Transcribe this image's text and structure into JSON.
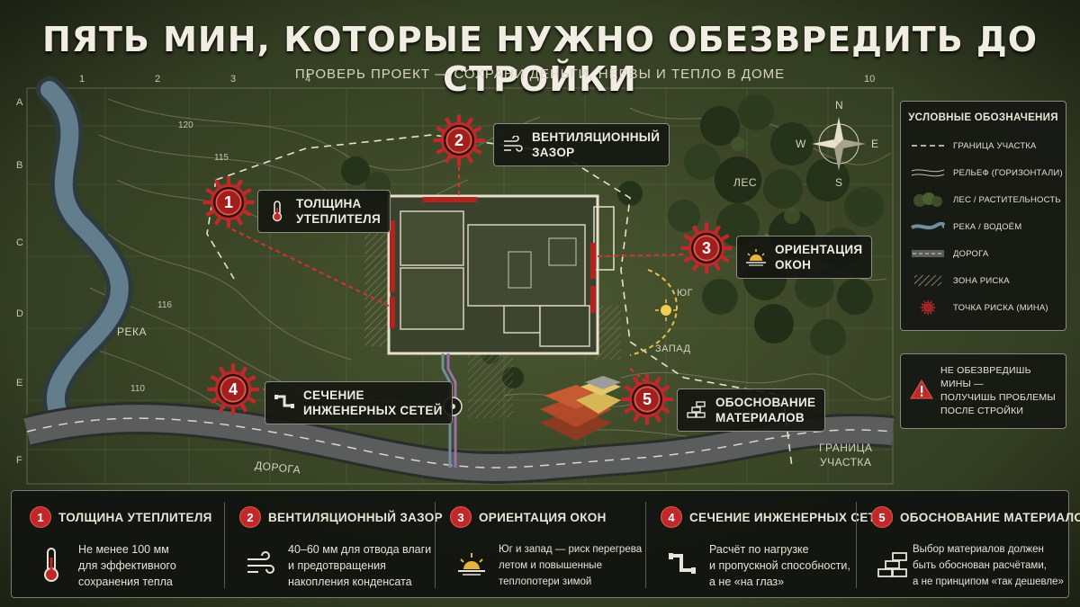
{
  "header": {
    "title": "ПЯТЬ МИН, КОТОРЫЕ НУЖНО ОБЕЗВРЕДИТЬ ДО СТРОЙКИ",
    "subtitle": "ПРОВЕРЬ ПРОЕКТ — СОХРАНИ ДЕНЬГИ, НЕРВЫ И ТЕПЛО В ДОМЕ"
  },
  "grid": {
    "columns": [
      "1",
      "2",
      "3",
      "4",
      "10"
    ],
    "rows": [
      "A",
      "B",
      "C",
      "D",
      "E",
      "F"
    ]
  },
  "map": {
    "river": "РЕКА",
    "forest": "ЛЕС",
    "road": "ДОРОГА",
    "boundary": "ГРАНИЦА\nУЧАСТКА",
    "south": "ЮГ",
    "west": "ЗАПАД",
    "contours": [
      "120",
      "115",
      "116",
      "110"
    ],
    "compass": {
      "n": "N",
      "s": "S",
      "e": "E",
      "w": "W"
    }
  },
  "callouts": [
    {
      "num": "1",
      "text": "ТОЛЩИНА\nУТЕПЛИТЕЛЯ",
      "icon": "thermometer-icon"
    },
    {
      "num": "2",
      "text": "ВЕНТИЛЯЦИОННЫЙ\nЗАЗОР",
      "icon": "wind-icon"
    },
    {
      "num": "3",
      "text": "ОРИЕНТАЦИЯ\nОКОН",
      "icon": "sunrise-icon"
    },
    {
      "num": "4",
      "text": "СЕЧЕНИЕ\nИНЖЕНЕРНЫХ СЕТЕЙ",
      "icon": "pipe-icon"
    },
    {
      "num": "5",
      "text": "ОБОСНОВАНИЕ\nМАТЕРИАЛОВ",
      "icon": "bricks-icon"
    }
  ],
  "legend": {
    "title": "УСЛОВНЫЕ ОБОЗНАЧЕНИЯ",
    "items": [
      "ГРАНИЦА УЧАСТКА",
      "РЕЛЬЕФ (ГОРИЗОНТАЛИ)",
      "ЛЕС / РАСТИТЕЛЬНОСТЬ",
      "РЕКА / ВОДОЁМ",
      "ДОРОГА",
      "ЗОНА РИСКА",
      "ТОЧКА РИСКА (МИНА)"
    ]
  },
  "warning": {
    "text": "НЕ ОБЕЗВРЕДИШЬ МИНЫ —\nПОЛУЧИШЬ ПРОБЛЕМЫ\nПОСЛЕ СТРОЙКИ"
  },
  "bottom": [
    {
      "num": "1",
      "title": "ТОЛЩИНА УТЕПЛИТЕЛЯ",
      "desc": "Не менее 100 мм\nдля эффективного\nсохранения тепла"
    },
    {
      "num": "2",
      "title": "ВЕНТИЛЯЦИОННЫЙ ЗАЗОР",
      "desc": "40–60 мм для отвода влаги\nи предотвращения\nнакопления конденсата"
    },
    {
      "num": "3",
      "title": "ОРИЕНТАЦИЯ ОКОН",
      "desc": "Юг и запад — риск перегрева\nлетом и повышенные\nтеплопотери зимой"
    },
    {
      "num": "4",
      "title": "СЕЧЕНИЕ ИНЖЕНЕРНЫХ СЕТЕЙ",
      "desc": "Расчёт по нагрузке\nи пропускной способности,\nа не «на глаз»"
    },
    {
      "num": "5",
      "title": "ОБОСНОВАНИЕ МАТЕРИАЛОВ",
      "desc": "Выбор материалов должен\nбыть обоснован расчётами,\nа не принципом «так дешевле»"
    }
  ],
  "colors": {
    "accent": "#c0282a",
    "terrain": "#3f4a2a",
    "river": "#6f8ea0",
    "road": "#55585a",
    "text": "#e8e4d8"
  }
}
